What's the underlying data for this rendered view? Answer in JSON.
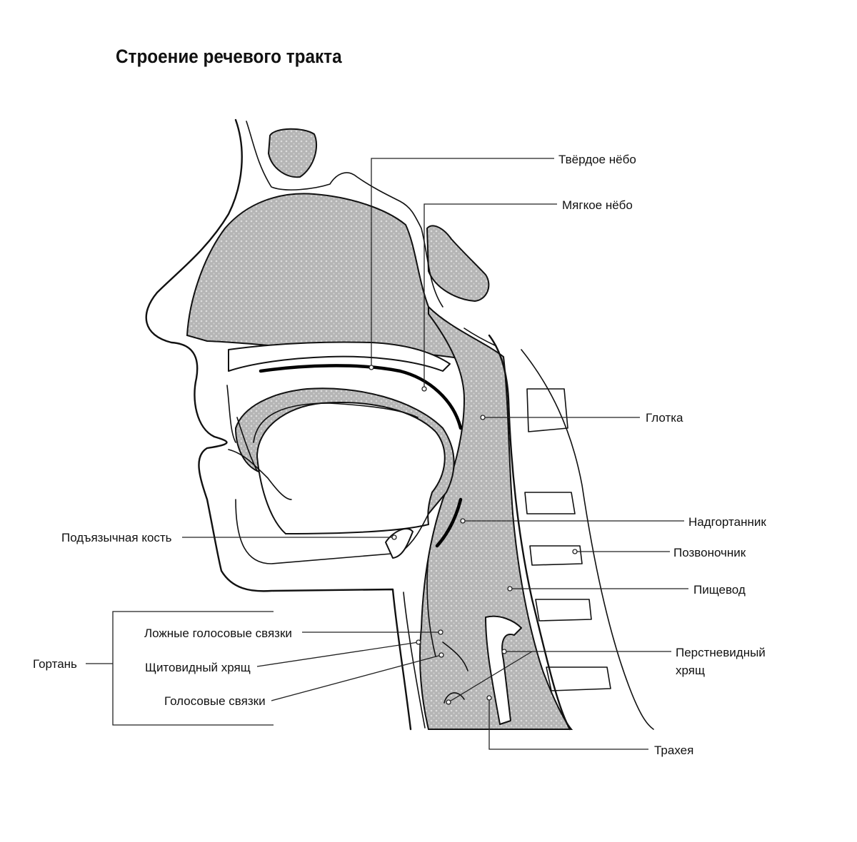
{
  "title": "Строение речевого тракта",
  "labels": {
    "hard_palate": "Твёрдое нёбо",
    "soft_palate": "Мягкое нёбо",
    "pharynx": "Глотка",
    "epiglottis": "Надгортанник",
    "spine": "Позвоночник",
    "esophagus": "Пищевод",
    "cricoid_line1": "Перстневидный",
    "cricoid_line2": "хрящ",
    "trachea": "Трахея",
    "hyoid": "Подъязычная кость",
    "larynx": "Гортань",
    "false_cords": "Ложные голосовые связки",
    "thyroid": "Щитовидный хрящ",
    "vocal_cords": "Голосовые связки"
  },
  "colors": {
    "cavity_fill": "#b8b8b8",
    "cavity_dot": "#d8d8d8",
    "line": "#111111"
  }
}
